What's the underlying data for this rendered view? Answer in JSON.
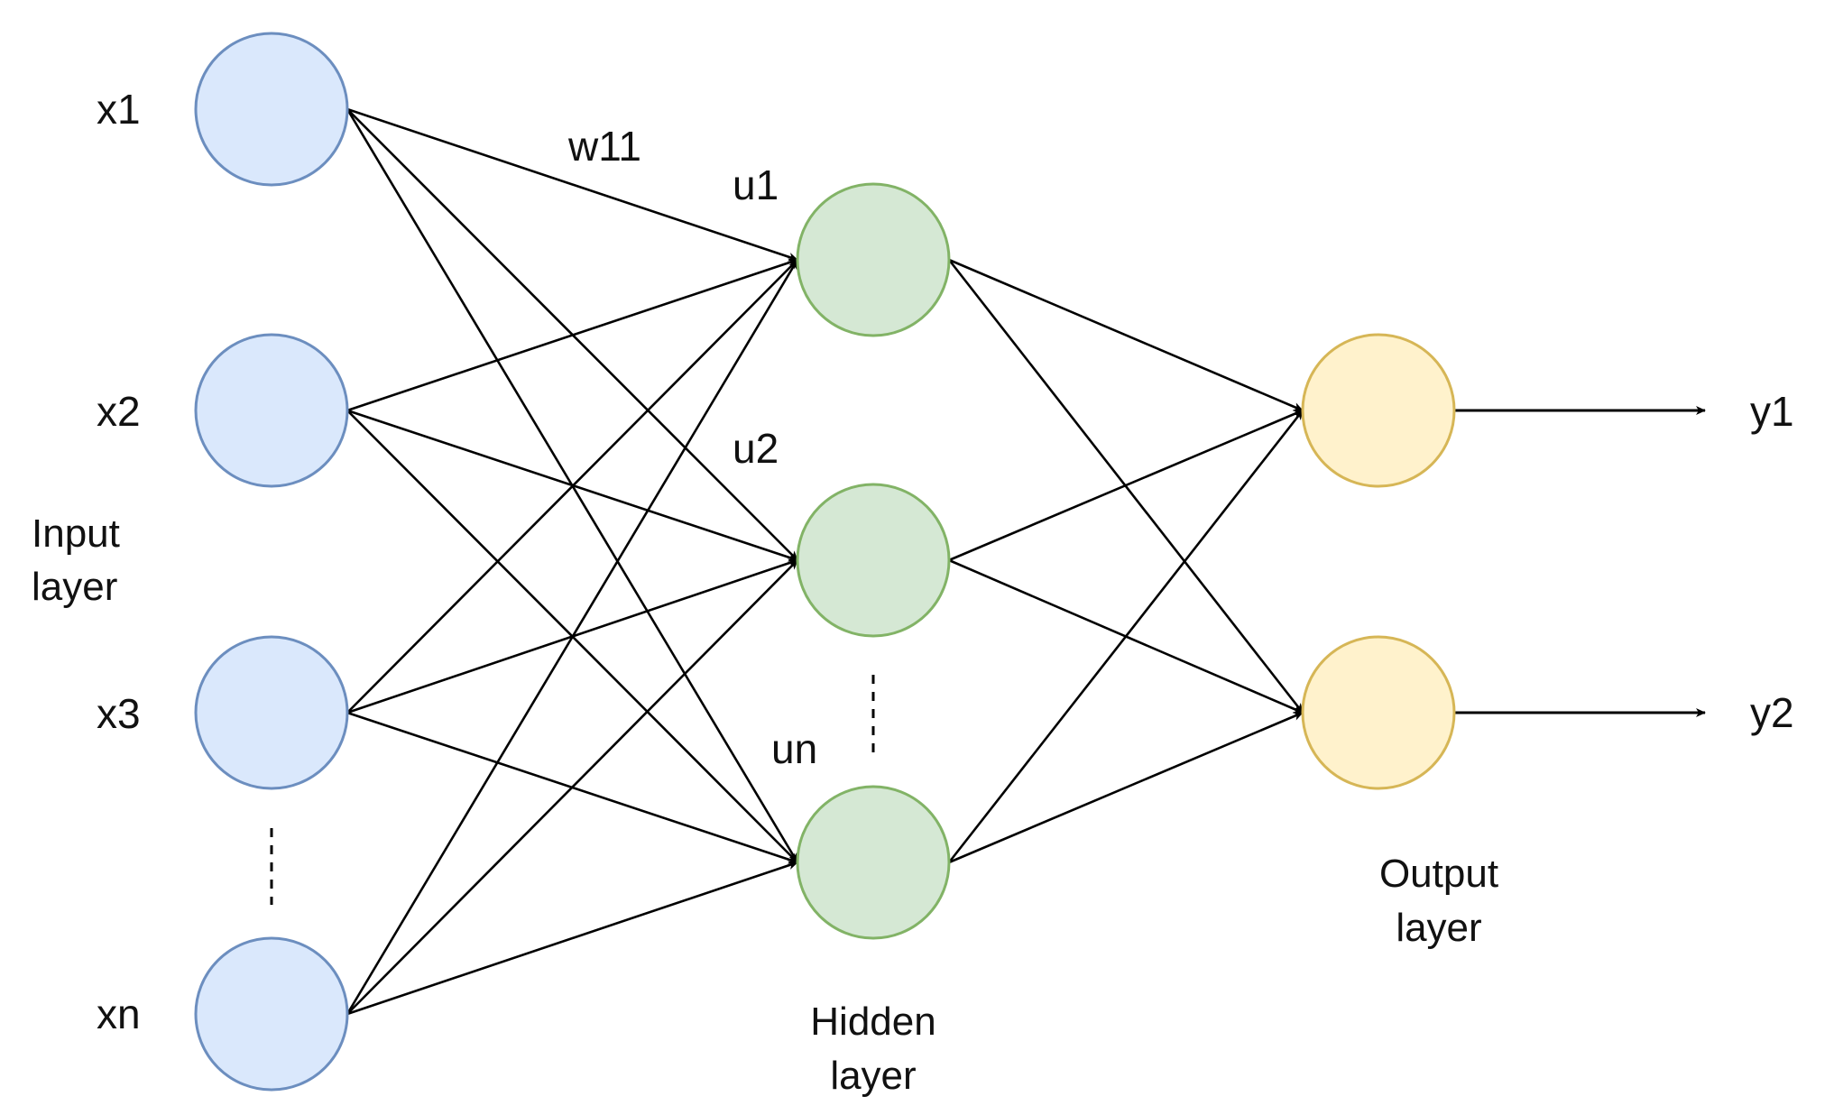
{
  "nodes": {
    "inputs": [
      {
        "id": "x1",
        "label": "x1"
      },
      {
        "id": "x2",
        "label": "x2"
      },
      {
        "id": "x3",
        "label": "x3"
      },
      {
        "id": "xn",
        "label": "xn"
      }
    ],
    "hidden": [
      {
        "id": "u1",
        "label": "u1"
      },
      {
        "id": "u2",
        "label": "u2"
      },
      {
        "id": "un",
        "label": "un"
      }
    ],
    "outputs": [
      {
        "id": "y1",
        "label": "y1"
      },
      {
        "id": "y2",
        "label": "y2"
      }
    ]
  },
  "edges": [
    {
      "from": "x1",
      "to": "u1"
    },
    {
      "from": "x1",
      "to": "u2"
    },
    {
      "from": "x1",
      "to": "un"
    },
    {
      "from": "x2",
      "to": "u1"
    },
    {
      "from": "x2",
      "to": "u2"
    },
    {
      "from": "x2",
      "to": "un"
    },
    {
      "from": "x3",
      "to": "u1"
    },
    {
      "from": "x3",
      "to": "u2"
    },
    {
      "from": "x3",
      "to": "un"
    },
    {
      "from": "xn",
      "to": "u1"
    },
    {
      "from": "xn",
      "to": "u2"
    },
    {
      "from": "xn",
      "to": "un"
    },
    {
      "from": "u1",
      "to": "y1"
    },
    {
      "from": "u1",
      "to": "y2"
    },
    {
      "from": "u2",
      "to": "y1"
    },
    {
      "from": "u2",
      "to": "y2"
    },
    {
      "from": "un",
      "to": "y1"
    },
    {
      "from": "un",
      "to": "y2"
    }
  ],
  "weight_label": "w11",
  "layers": {
    "input": {
      "line1": "Input",
      "line2": "layer"
    },
    "hidden": {
      "line1": "Hidden",
      "line2": "layer"
    },
    "output": {
      "line1": "Output",
      "line2": "layer"
    }
  },
  "colors": {
    "input_fill": "#dae8fc",
    "input_stroke": "#6c8ebf",
    "hidden_fill": "#d5e8d4",
    "hidden_stroke": "#82b366",
    "output_fill": "#fff2cc",
    "output_stroke": "#d6b656"
  }
}
